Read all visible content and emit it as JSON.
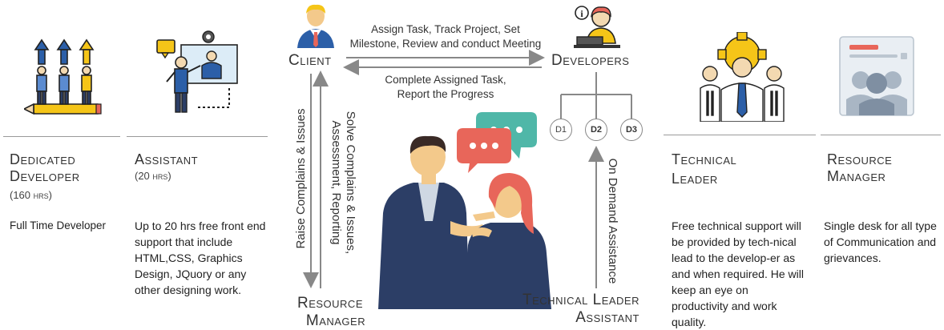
{
  "columns": {
    "dedicated": {
      "title_1": "Dedicated",
      "title_2": "Developer",
      "hours": "(160 hrs)",
      "description": "Full Time Developer",
      "icon": "developers-pencil-icon"
    },
    "assistant": {
      "title": "Assistant",
      "hours": "(20 hrs)",
      "description": "Up to 20 hrs free front end support that include HTML,CSS, Graphics Design, JQuory or any other designing work.",
      "icon": "presenter-board-icon"
    },
    "technical_leader": {
      "title_1": "Technical",
      "title_2": "Leader",
      "description": "Free technical support will be provided by tech-nical lead to the develop-er as and when required. He will keep an eye on productivity and work quality.",
      "icon": "team-leader-icon"
    },
    "resource_manager": {
      "title_1": "Resource",
      "title_2": "Manager",
      "description": "Single desk for all type of Communication and grievances.",
      "icon": "resource-manager-icon"
    }
  },
  "diagram": {
    "client_label": "Client",
    "developers_label": "Developers",
    "resource_manager_label_1": "Resource",
    "resource_manager_label_2": "Manager",
    "tech_leader_assistant_label_1": "Technical Leader",
    "tech_leader_assistant_label_2": "Assistant",
    "client_to_dev_1": "Assign Task, Track Project, Set",
    "client_to_dev_2": "Milestone, Review and conduct Meeting",
    "dev_to_client_1": "Complete Assigned Task,",
    "dev_to_client_2": "Report the Progress",
    "raise_label": "Raise Complains & Issues",
    "solve_label_1": "Solve Complains & Issues,",
    "solve_label_2": "Assessment, Reporting",
    "on_demand_label": "On Demand Assistance",
    "dev_nodes": [
      "D1",
      "D2",
      "D3"
    ]
  },
  "colors": {
    "accent_yellow": "#f5c518",
    "navy": "#2c3e66",
    "salmon": "#e8665a",
    "teal": "#4fb7a8"
  }
}
